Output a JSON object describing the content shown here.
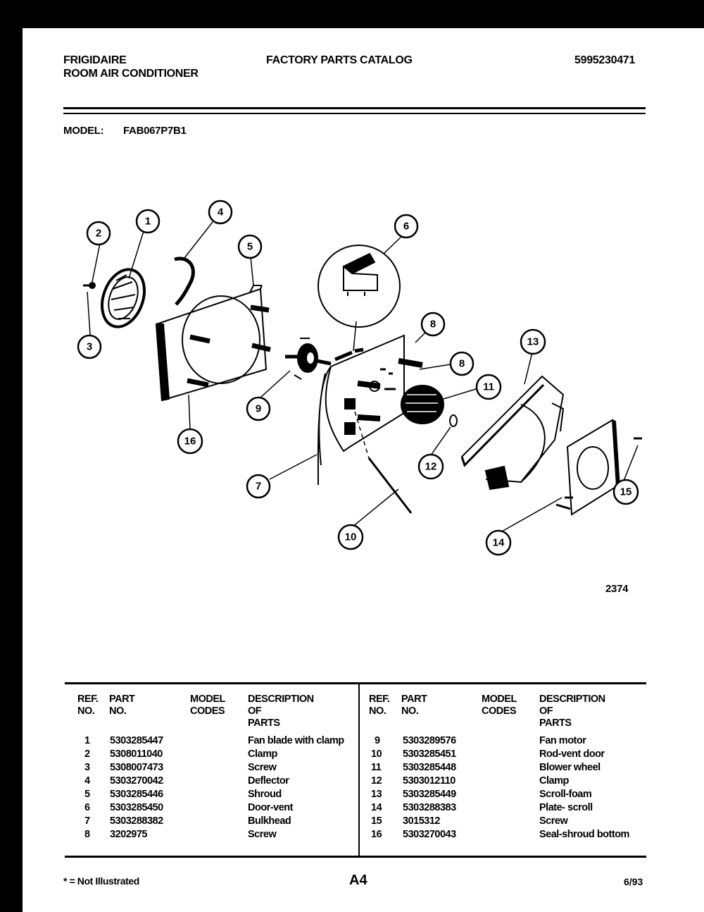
{
  "header": {
    "brand": "FRIGIDAIRE",
    "product": "ROOM AIR CONDITIONER",
    "catalog_title": "FACTORY PARTS CATALOG",
    "catalog_number": "5995230471",
    "model_label": "MODEL:",
    "model_number": "FAB067P7B1"
  },
  "diagram": {
    "callouts": [
      "1",
      "2",
      "3",
      "4",
      "5",
      "6",
      "7",
      "8",
      "8",
      "9",
      "10",
      "11",
      "12",
      "13",
      "14",
      "15",
      "16"
    ],
    "figure_number": "2374"
  },
  "table": {
    "headers": {
      "ref": "REF.",
      "no": "NO.",
      "part": "PART",
      "part_no": "NO.",
      "model": "MODEL",
      "codes": "CODES",
      "desc": "DESCRIPTION",
      "of_parts": "OF PARTS"
    },
    "left": [
      {
        "ref": "1",
        "part": "5303285447",
        "desc": "Fan blade with clamp"
      },
      {
        "ref": "2",
        "part": "5308011040",
        "desc": "Clamp"
      },
      {
        "ref": "3",
        "part": "5308007473",
        "desc": "Screw"
      },
      {
        "ref": "4",
        "part": "5303270042",
        "desc": "Deflector"
      },
      {
        "ref": "5",
        "part": "5303285446",
        "desc": "Shroud"
      },
      {
        "ref": "6",
        "part": "5303285450",
        "desc": "Door-vent"
      },
      {
        "ref": "7",
        "part": "5303288382",
        "desc": "Bulkhead"
      },
      {
        "ref": "8",
        "part": "3202975",
        "desc": "Screw"
      }
    ],
    "right": [
      {
        "ref": "9",
        "part": "5303289576",
        "desc": "Fan motor"
      },
      {
        "ref": "10",
        "part": "5303285451",
        "desc": "Rod-vent door"
      },
      {
        "ref": "11",
        "part": "5303285448",
        "desc": "Blower wheel"
      },
      {
        "ref": "12",
        "part": "5303012110",
        "desc": "Clamp"
      },
      {
        "ref": "13",
        "part": "5303285449",
        "desc": "Scroll-foam"
      },
      {
        "ref": "14",
        "part": "5303288383",
        "desc": "Plate- scroll"
      },
      {
        "ref": "15",
        "part": "3015312",
        "desc": "Screw"
      },
      {
        "ref": "16",
        "part": "5303270043",
        "desc": "Seal-shroud bottom"
      }
    ]
  },
  "footer": {
    "note": "* = Not Illustrated",
    "page": "A4",
    "date": "6/93"
  }
}
